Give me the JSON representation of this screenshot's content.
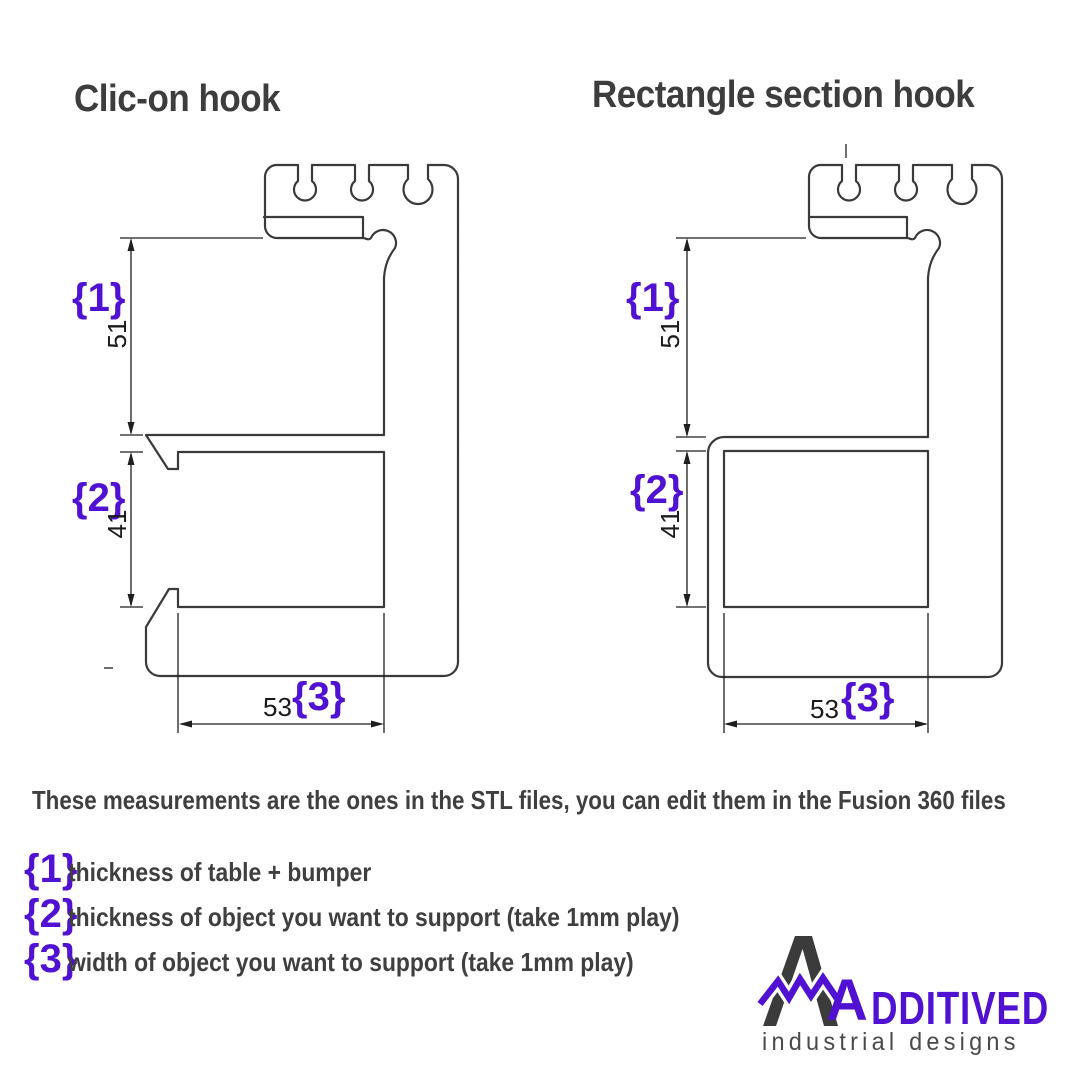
{
  "colors": {
    "accent": "#5011D2",
    "ink": "#3a3a3a",
    "dim": "#1f1f1f",
    "muted": "#4a4a4a"
  },
  "titles": {
    "left": "Clic-on hook",
    "right": "Rectangle section hook"
  },
  "figures": {
    "left": {
      "tag1": "{1}",
      "tag2": "{2}",
      "tag3": "{3}",
      "dim_table": "51",
      "dim_object": "41",
      "dim_width": "53"
    },
    "right": {
      "tag1": "{1}",
      "tag2": "{2}",
      "tag3": "{3}",
      "dim_table": "51",
      "dim_object": "41",
      "dim_width": "53"
    }
  },
  "note": "These measurements are the ones in the STL files, you can edit them in the Fusion 360 files",
  "legend": {
    "item1": {
      "tag": "{1}",
      "text": "thickness of table + bumper"
    },
    "item2": {
      "tag": "{2}",
      "text": "thickness of object you want to support (take 1mm play)"
    },
    "item3": {
      "tag": "{3}",
      "text": "width of object you want to support (take 1mm play)"
    }
  },
  "logo": {
    "initial": "A",
    "name_rest": "DDITIVED",
    "tagline": "industrial designs"
  }
}
